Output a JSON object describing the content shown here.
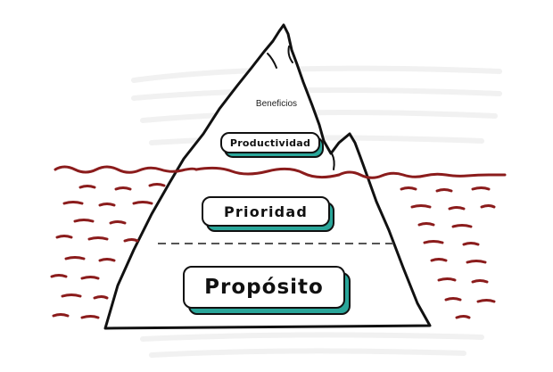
{
  "diagram": {
    "top_label": "Beneficios",
    "levels": [
      {
        "label": "Productividad"
      },
      {
        "label": "Prioridad"
      },
      {
        "label": "Propósito"
      }
    ]
  },
  "colors": {
    "water": "#8b1c1c",
    "outline": "#111111",
    "pill_shadow": "#2aa69a",
    "background": "#ffffff"
  }
}
